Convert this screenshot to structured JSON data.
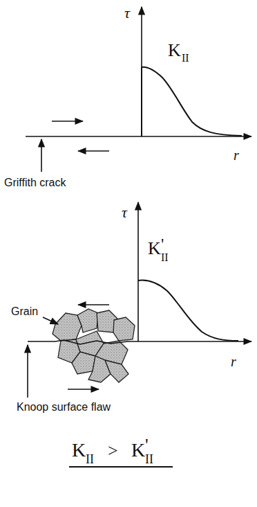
{
  "diagram": {
    "labels": [
      "τ",
      "K",
      "II",
      "r",
      "Griffith crack",
      "Grain",
      "τ",
      "K",
      "'",
      "II",
      "Knoop surface flaw",
      "r",
      "K",
      "II",
      ">",
      "K",
      "'",
      "II"
    ]
  }
}
